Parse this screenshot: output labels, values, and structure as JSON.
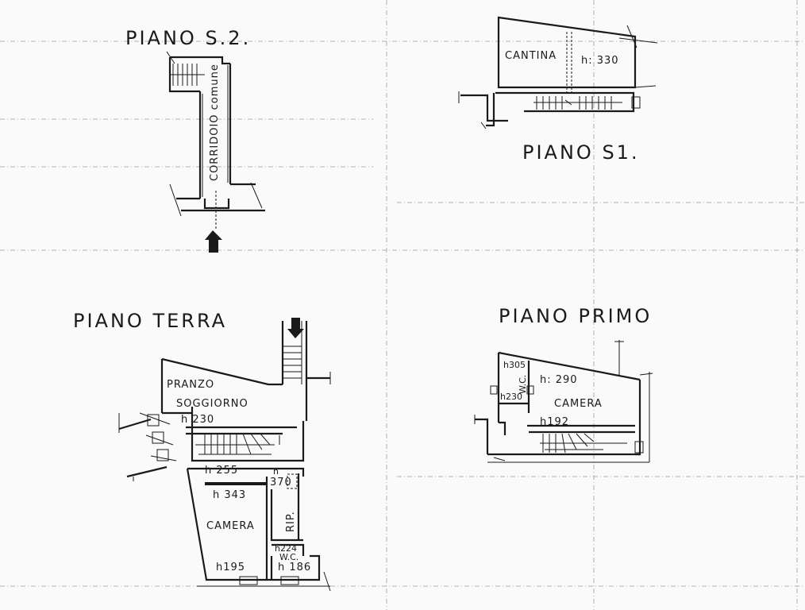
{
  "plans": {
    "s2": {
      "title": "PIANO  S.2.",
      "corridor_label": "CORRIDOIO comune"
    },
    "s1": {
      "title": "PIANO  S1.",
      "cantina_label": "CANTINA",
      "cantina_height": "h: 330"
    },
    "terra": {
      "title": "PIANO   TERRA",
      "pranzo_label": "PRANZO",
      "soggiorno_label": "SOGGIORNO",
      "h_soggiorno": "h 230",
      "h_255": "h  255",
      "h_370_prefix": "h",
      "h_370": "370",
      "h_343": "h 343",
      "camera_label": "CAMERA",
      "rip_label": "RIP.",
      "wc_height": "h224",
      "wc_label": "W.C.",
      "h_195": "h195",
      "h_186": "h 186"
    },
    "primo": {
      "title": "PIANO  PRIMO",
      "h_305": "h305",
      "wc_label": "W.C.",
      "h_230": "h230",
      "h_290": "h: 290",
      "camera_label": "CAMERA",
      "h_192": "h192"
    }
  },
  "colors": {
    "ink": "#1a1a1a",
    "paper": "#fafafa",
    "gridline": "#9a9a9a"
  }
}
